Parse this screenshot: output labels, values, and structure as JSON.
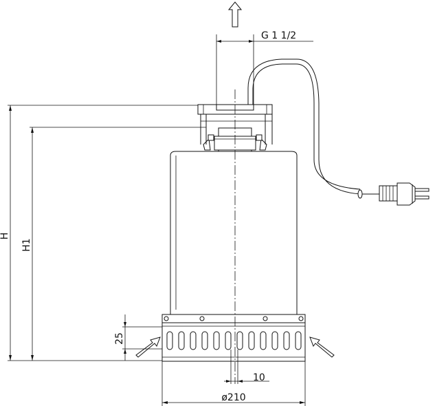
{
  "labels": {
    "thread": "G 1 1/2",
    "height_total": "H",
    "height_outlet": "H1",
    "inlet_height": "25",
    "slot_width": "10",
    "diameter": "ø210"
  },
  "colors": {
    "line": "#111111",
    "background": "#ffffff"
  }
}
